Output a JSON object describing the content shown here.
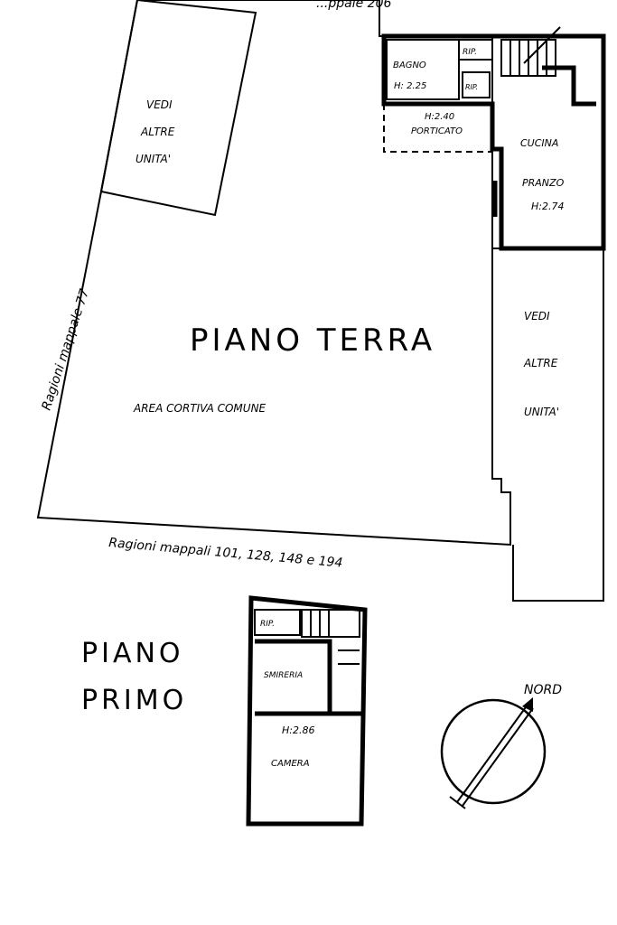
{
  "top_label": "...ppale 206",
  "left_boundary": "Ragioni mappale 77",
  "bottom_boundary": "Ragioni mappali 101, 128, 148 e 194",
  "ground_floor": {
    "title": "PIANO TERRA",
    "courtyard": "AREA CORTIVA COMUNE",
    "see_other_units_top": [
      "VEDI",
      "ALTRE",
      "UNITA'"
    ],
    "see_other_units_right": [
      "VEDI",
      "ALTRE",
      "UNITA'"
    ],
    "bath": {
      "name": "BAGNO",
      "height": "H: 2.25"
    },
    "storage_1": "RIP.",
    "storage_2": "RIP.",
    "porch": {
      "height": "H:2.40",
      "name": "PORTICATO"
    },
    "kitchen": {
      "name_1": "CUCINA",
      "name_2": "PRANZO",
      "height": "H:2.74"
    }
  },
  "first_floor": {
    "title_1": "PIANO",
    "title_2": "PRIMO",
    "storage": "RIP.",
    "hall": "SMIRERIA",
    "bedroom": {
      "height": "H:2.86",
      "name": "CAMERA"
    }
  },
  "compass": {
    "label": "NORD"
  }
}
